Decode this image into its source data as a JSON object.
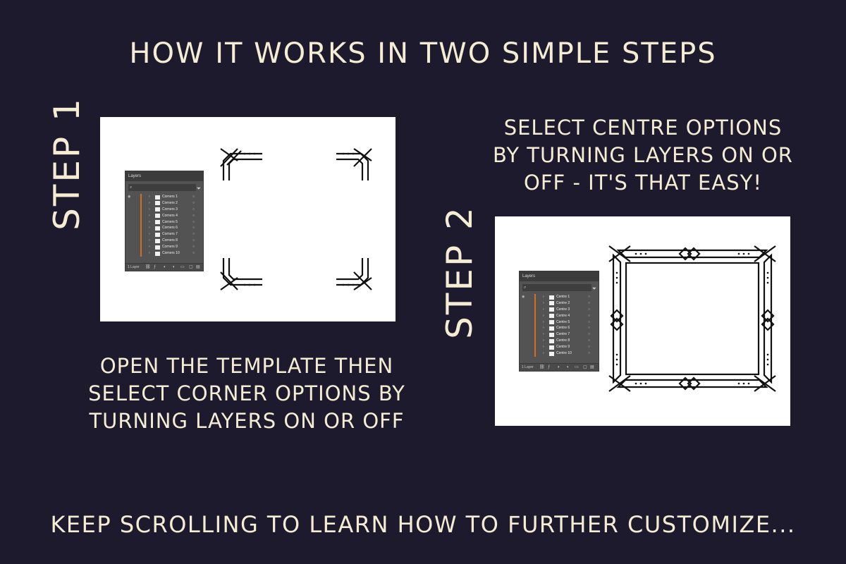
{
  "title": "HOW IT WORKS IN TWO SIMPLE STEPS",
  "step1": {
    "label": "STEP 1",
    "caption_lines": [
      "OPEN THE TEMPLATE THEN",
      "SELECT CORNER OPTIONS BY",
      "TURNING LAYERS ON OR OFF"
    ],
    "layers_panel": {
      "tab": "Layers",
      "items": [
        "Corners 1",
        "Corners 2",
        "Corners 3",
        "Corners 4",
        "Corners 5",
        "Corners 6",
        "Corners 7",
        "Corners 8",
        "Corners 9",
        "Corners 10"
      ],
      "footer_count": "1 Layer"
    }
  },
  "step2": {
    "label": "STEP 2",
    "caption_lines": [
      "SELECT CENTRE OPTIONS",
      "BY TURNING LAYERS ON OR",
      "OFF - IT'S THAT EASY!"
    ],
    "layers_panel": {
      "tab": "Layers",
      "items": [
        "Centre 1",
        "Centre 2",
        "Centre 3",
        "Centre 4",
        "Centre 5",
        "Centre 6",
        "Centre 7",
        "Centre 8",
        "Centre 9",
        "Centre 10"
      ],
      "footer_count": "1 Layer"
    }
  },
  "footer": "KEEP SCROLLING TO LEARN HOW TO FURTHER CUSTOMIZE...",
  "colors": {
    "background": "#1d1a2e",
    "text": "#f4ecd3",
    "layer_accent": "#d07020"
  }
}
